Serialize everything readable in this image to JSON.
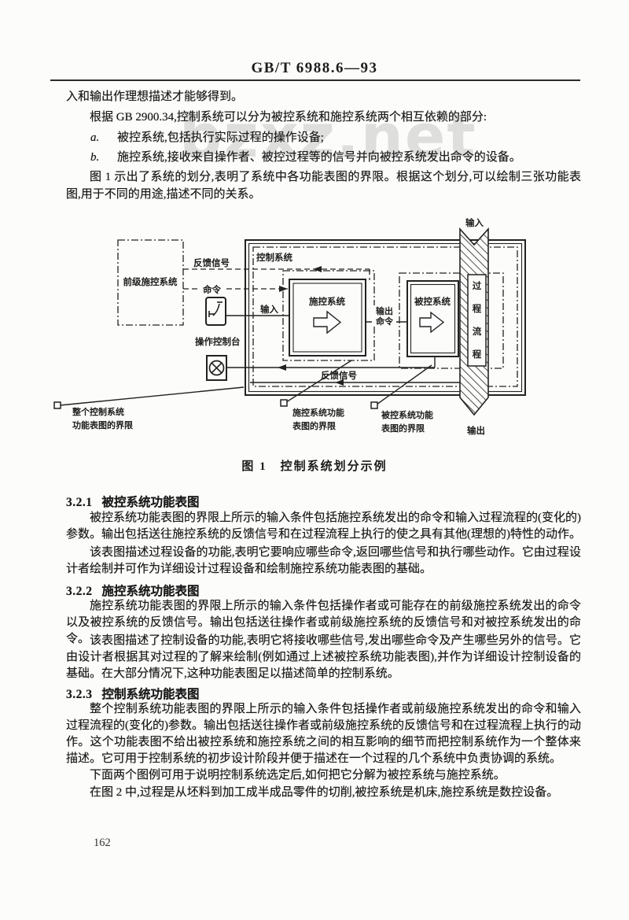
{
  "page": {
    "header_code": "GB/T 6988.6—93",
    "page_number": "162",
    "watermark": "bzxz.net"
  },
  "intro": {
    "p1": "入和输出作理想描述才能够得到。",
    "p2": "根据 GB 2900.34,控制系统可以分为被控系统和施控系统两个相互依赖的部分:",
    "item_a_marker": "a.",
    "item_a_text": "被控系统,包括执行实际过程的操作设备;",
    "item_b_marker": "b.",
    "item_b_text": "施控系统,接收来自操作者、被控过程等的信号并向被控系统发出命令的设备。",
    "p3": "图 1 示出了系统的划分,表明了系统中各功能表图的界限。根据这个划分,可以绘制三张功能表图,用于不同的用途,描述不同的关系。"
  },
  "figure": {
    "caption": "图 1　控制系统划分示例",
    "labels": {
      "previous_system": "前级施控系统",
      "feedback_top": "反馈信号",
      "command": "命令",
      "console": "操作控制台",
      "control_system": "控制系统",
      "input_inner": "输入",
      "controlling_system": "施控系统",
      "output_command": [
        "输出",
        "命令"
      ],
      "controlled_system": "被控系统",
      "process_flow_chars": [
        "过",
        "程",
        "流",
        "程"
      ],
      "input_top": "输入",
      "output_bottom": "输出",
      "feedback_bottom": "反馈信号",
      "boundary_whole": [
        "整个控制系统",
        "功能表图的界限"
      ],
      "boundary_controlling": [
        "施控系统功能",
        "表图的界限"
      ],
      "boundary_controlled": [
        "被控系统功能",
        "表图的界限"
      ]
    }
  },
  "sections": [
    {
      "number": "3.2.1",
      "title": "被控系统功能表图",
      "paragraphs": [
        "被控系统功能表图的界限上所示的输入条件包括施控系统发出的命令和输入过程流程的(变化的)参数。输出包括送往施控系统的反馈信号和在过程流程上执行的使之具有其他(理想的)特性的动作。",
        "该表图描述过程设备的功能,表明它要响应哪些命令,返回哪些信号和执行哪些动作。它由过程设计者绘制并可作为详细设计过程设备和绘制施控系统功能表图的基础。"
      ]
    },
    {
      "number": "3.2.2",
      "title": "施控系统功能表图",
      "paragraphs": [
        "施控系统功能表图的界限上所示的输入条件包括操作者或可能存在的前级施控系统发出的命令以及被控系统的反馈信号。输出包括送往操作者或前级施控系统的反馈信号和对被控系统发出的命令。",
        "该表图描述了控制设备的功能,表明它将接收哪些信号,发出哪些命令及产生哪些另外的信号。它由设计者根据其对过程的了解来绘制(例如通过上述被控系统功能表图),并作为详细设计控制设备的基础。在大部分情况下,这种功能表图足以描述简单的控制系统。"
      ]
    },
    {
      "number": "3.2.3",
      "title": "控制系统功能表图",
      "paragraphs": [
        "整个控制系统功能表图的界限上所示的输入条件包括操作者或前级施控系统发出的命令和输入过程流程的(变化的)参数。输出包括送往操作者或前级施控系统的反馈信号和在过程流程上执行的动作。这个功能表图不给出被控系统和施控系统之间的相互影响的细节而把控制系统作为一个整体来描述。它可用于控制系统的初步设计阶段并便于描述在一个过程的几个系统中负责协调的系统。",
        "下面两个图例可用于说明控制系统选定后,如何把它分解为被控系统与施控系统。",
        "在图 2 中,过程是从坯料到加工成半成品零件的切削,被控系统是机床,施控系统是数控设备。"
      ]
    }
  ]
}
